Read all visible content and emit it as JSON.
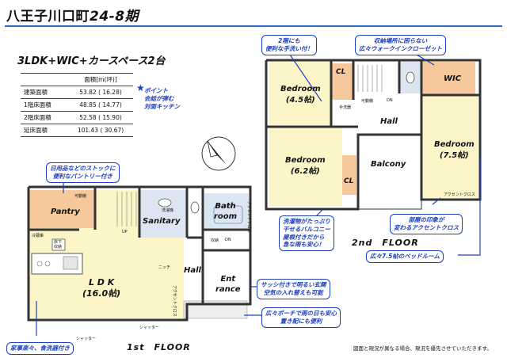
{
  "header": {
    "title": "八王子川口町",
    "title_number": "24-8期"
  },
  "plan_type": "3LDK+WIC+カースペース2台",
  "area_table": {
    "column_header": "面積[m(坪)]",
    "rows": [
      {
        "label": "建築面積",
        "value": "53.82 ( 16.28)"
      },
      {
        "label": "1階床面積",
        "value": "48.85 ( 14.77)"
      },
      {
        "label": "2階床面積",
        "value": "52.58 ( 15.90)"
      },
      {
        "label": "延床面積",
        "value": "101.43 ( 30.67)"
      }
    ]
  },
  "point_note": {
    "line1": "ポイント",
    "line2": "会話が弾む",
    "line3": "対面キッチン"
  },
  "callouts": {
    "pantry": {
      "line1": "日用品などのストックに",
      "line2": "便利なパントリー付き"
    },
    "kitchen": {
      "text": "家事楽々、食洗器付き"
    },
    "entrance_sash": {
      "line1": "サッシ付きで明るい玄関",
      "line2": "空気の入れ替えも可能"
    },
    "porch": {
      "line1": "広々ポーチで雨の日も安心",
      "line2": "置き配にも便利"
    },
    "toilet2f": {
      "line1": "2階にも",
      "line2": "便利な手洗い付！"
    },
    "storage": {
      "line1": "収納場所に困らない",
      "line2": "広々ウォークインクローゼット"
    },
    "balcony": {
      "line1": "洗濯物がたっぷり",
      "line2": "干せるバルコニー",
      "line3": "屋根付きだから",
      "line4": "急な雨も安心！"
    },
    "accent": {
      "line1": "部屋の印象が",
      "line2": "変わるアクセントクロス"
    },
    "bedroom": {
      "text": "広々7.5帖のベッドルーム"
    }
  },
  "floor1": {
    "label": "1st　FLOOR",
    "rooms": {
      "pantry": "Pantry",
      "sanitary": "Sanitary",
      "bath": {
        "line1": "Bath",
        "line2": "room"
      },
      "ldk": {
        "line1": "L D K",
        "line2": "(16.0帖)"
      },
      "hall": "Hall",
      "entrance": {
        "line1": "Ent",
        "line2": "rance"
      }
    },
    "small_labels": {
      "kadoudana": "可動棚",
      "senmen": "洗濯機",
      "reizouko": "冷蔵庫",
      "yukashita": {
        "line1": "床下",
        "line2": "収納"
      },
      "up": "UP",
      "nicchi": "ニッチ",
      "accent_cross": "アクセントクロス",
      "accent_cross2": "アクセントクロス",
      "shutter1": "シャッター",
      "shutter2": "シャッター",
      "shunou": "収納",
      "downlight": "DN"
    }
  },
  "floor2": {
    "label": "2nd　FLOOR",
    "rooms": {
      "bed1": {
        "line1": "Bedroom",
        "line2": "(4.5帖)"
      },
      "bed2": {
        "line1": "Bedroom",
        "line2": "(6.2帖)"
      },
      "bed3": {
        "line1": "Bedroom",
        "line2": "(7.5帖)"
      },
      "cl1": "CL",
      "cl2": "CL",
      "wic": "WIC",
      "hall": "Hall",
      "balcony": "Balcony"
    },
    "small_labels": {
      "tearai": "手洗器",
      "kadoudana": "可動棚",
      "dn": "DN",
      "accent_cross": "アクセントクロス"
    }
  },
  "disclaimer": "図面と現況が異なる場合、現況を優先させていただきます。",
  "colors": {
    "accent_blue": "#1e3fbf",
    "title_rule": "#2a6ac8",
    "ldk_fill": "#fbf5c8",
    "wet_fill": "#dbe6f2",
    "pantry_fill": "#f5c99c",
    "wall": "#333333"
  }
}
